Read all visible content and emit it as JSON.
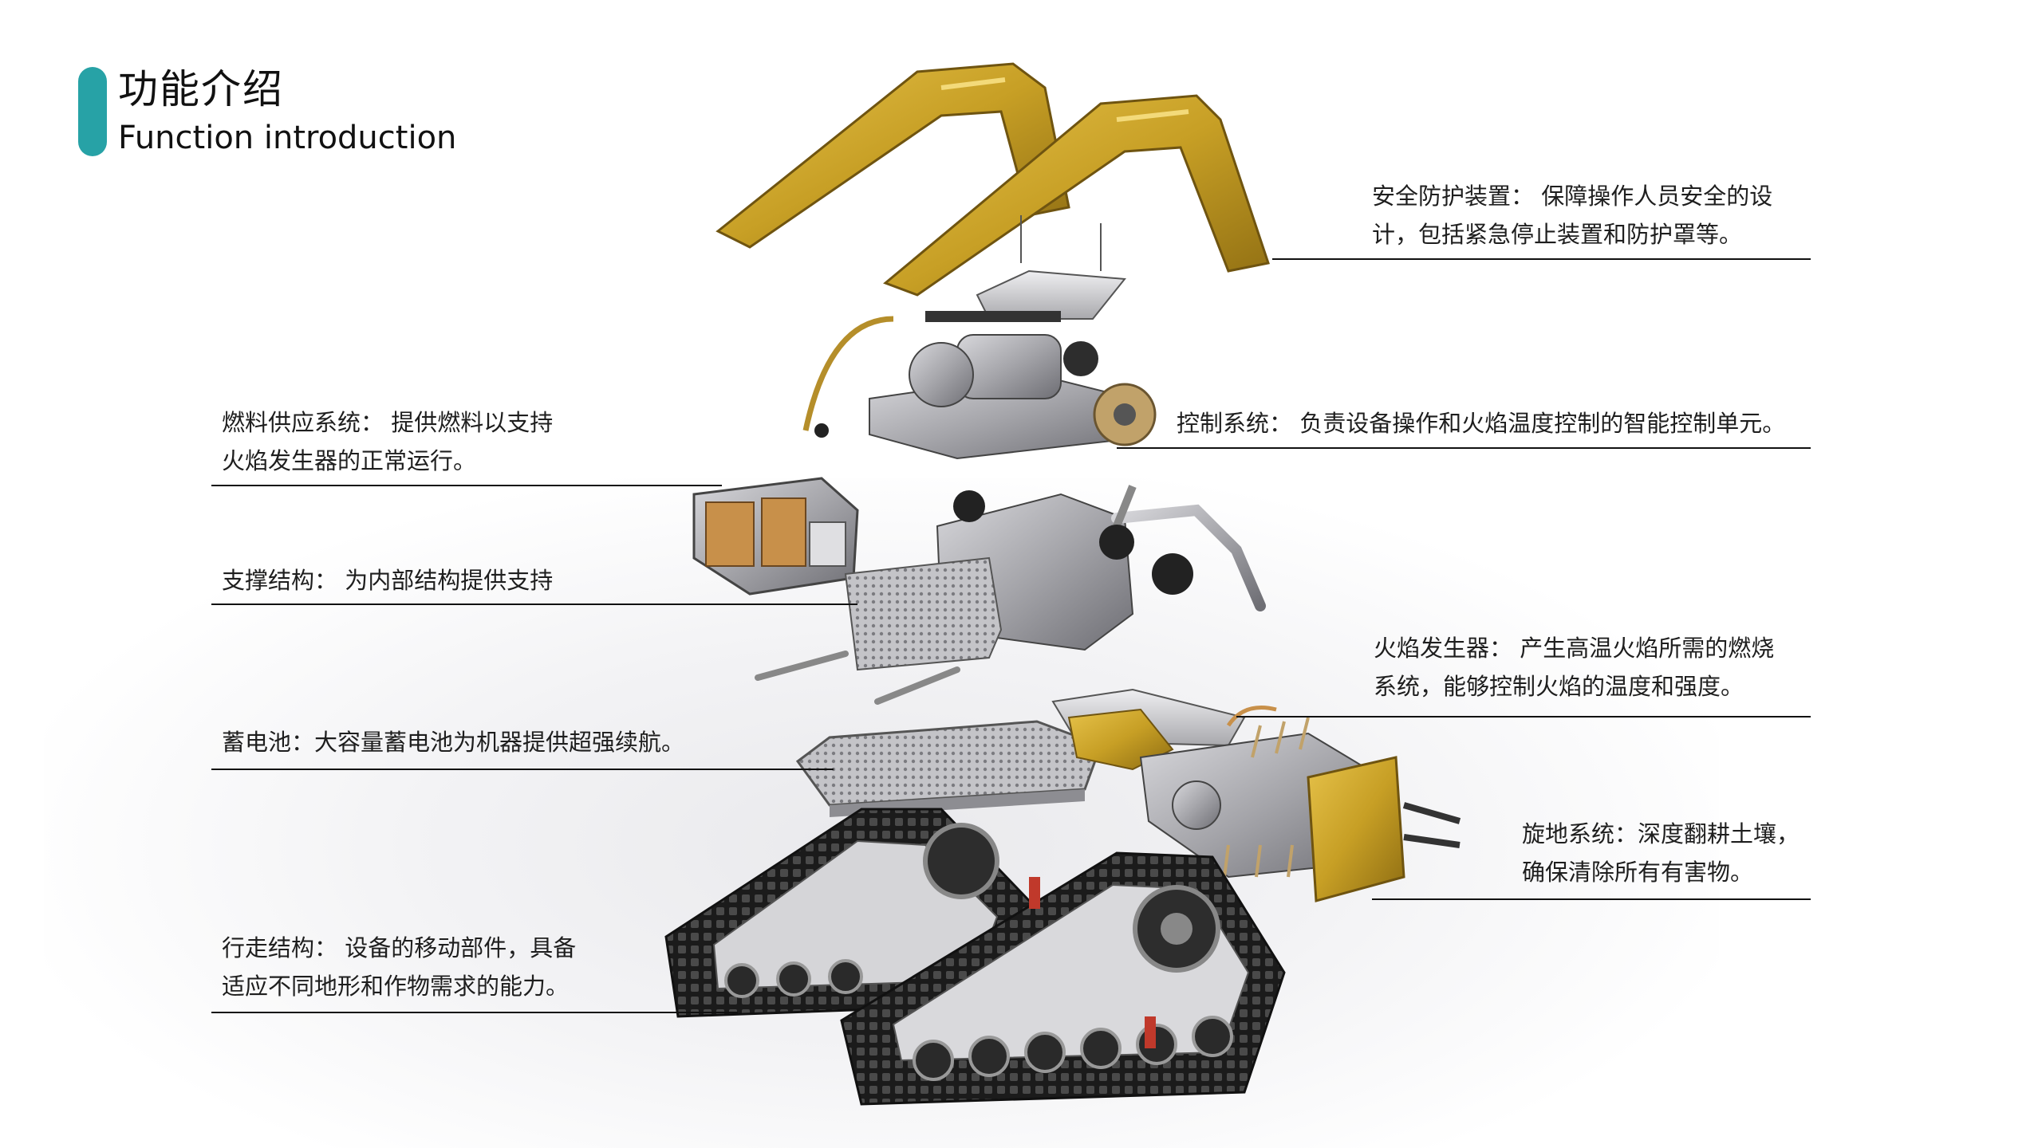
{
  "heading": {
    "title_cn": "功能介绍",
    "title_en": "Function introduction",
    "accent_color": "#27a2a6"
  },
  "annotations": {
    "safety": {
      "line1": "安全防护装置：  保障操作人员安全的设",
      "line2": "计，包括紧急停止装置和防护罩等。"
    },
    "control": {
      "line1": "控制系统：  负责设备操作和火焰温度控制的智能控制单元。"
    },
    "fuel": {
      "line1": "燃料供应系统：  提供燃料以支持",
      "line2": "火焰发生器的正常运行。"
    },
    "support": {
      "line1": "支撑结构：  为内部结构提供支持"
    },
    "flame": {
      "line1": "火焰发生器：  产生高温火焰所需的燃烧",
      "line2": "系统，能够控制火焰的温度和强度。"
    },
    "battery": {
      "line1": "蓄电池：大容量蓄电池为机器提供超强续航。"
    },
    "rotary": {
      "line1": "旋地系统：深度翻耕土壤，",
      "line2": "确保清除所有有害物。"
    },
    "walking": {
      "line1": "行走结构：  设备的移动部件，具备",
      "line2": "适应不同地形和作物需求的能力。"
    }
  },
  "colors": {
    "gold": "#c9a42a",
    "steel": "#9a9a9e",
    "dark": "#2a2a2a",
    "leader_line": "#111111"
  }
}
